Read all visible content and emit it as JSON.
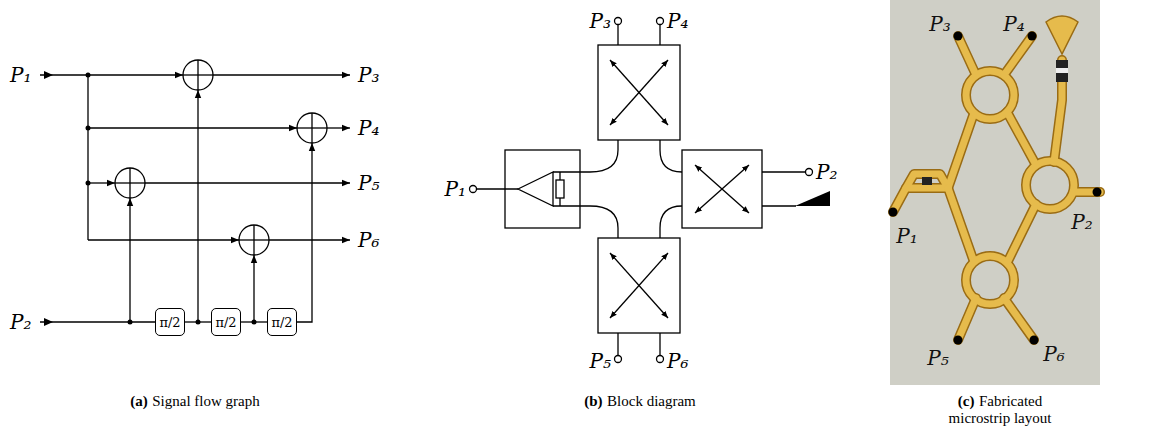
{
  "diagram": {
    "nodes": [
      {
        "text": [
          "π/2"
        ]
      },
      {
        "text": [
          "π/2"
        ]
      },
      {
        "text": [
          "π/2"
        ]
      }
    ],
    "edges": [
      {
        "from": 0,
        "to": 1,
        "arrow": "none"
      },
      {
        "from": 1,
        "to": 2,
        "arrow": "none"
      }
    ],
    "labels": [
      "P₁",
      "P₃",
      "P₄",
      "P₅",
      "P₆",
      "P₂",
      "(a)",
      "Signal flow graph",
      "P₃",
      "P₄",
      "P₁",
      "P₂",
      "P₅",
      "P₆",
      "(b)",
      "Block diagram",
      "P₃",
      "P₄",
      "P₁",
      "P₂",
      "P₅",
      "P₆",
      "(c)",
      "Fabricated microstrip layout"
    ]
  }
}
